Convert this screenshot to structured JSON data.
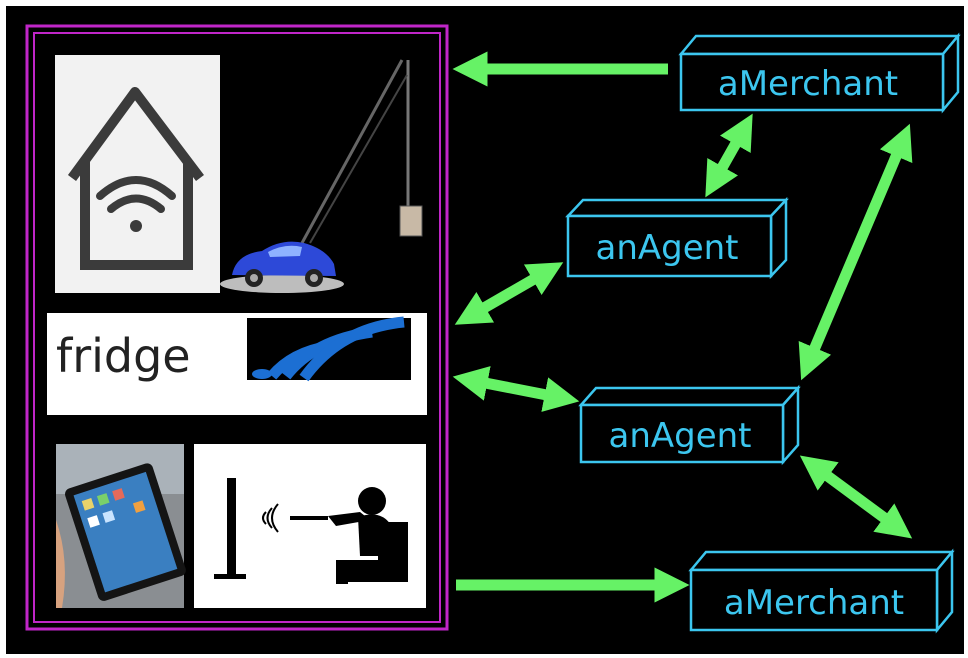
{
  "diagram": {
    "devices": {
      "panel_items": [
        {
          "name": "smart-home",
          "icon": "house-wifi-icon"
        },
        {
          "name": "remote-car-crane",
          "icon": "car-crane-icon"
        },
        {
          "name": "fridge",
          "label": "fridge",
          "icon": "wireless-signal-icon"
        },
        {
          "name": "tablet",
          "icon": "tablet-icon"
        },
        {
          "name": "tv-remote-viewer",
          "icon": "person-remote-icon"
        }
      ]
    },
    "nodes": {
      "merchant_top": "aMerchant",
      "agent_upper": "anAgent",
      "agent_lower": "anAgent",
      "merchant_bottom": "aMerchant"
    },
    "colors": {
      "background": "#000000",
      "panel_border": "#c026c8",
      "node_stroke": "#3cc6ef",
      "arrow": "#66f266"
    }
  }
}
